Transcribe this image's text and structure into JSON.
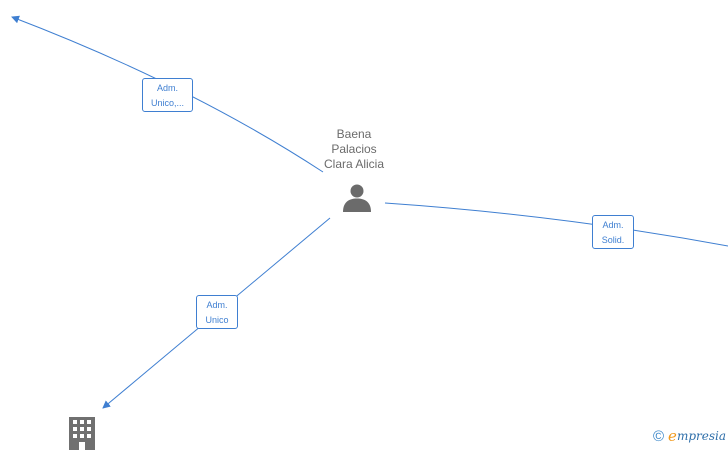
{
  "center_node": {
    "name_lines": [
      "Baena",
      "Palacios",
      "Clara Alicia"
    ],
    "icon": "person-icon"
  },
  "edges": [
    {
      "id": "top-left",
      "label_lines": [
        "Adm.",
        "Unico,..."
      ]
    },
    {
      "id": "right",
      "label_lines": [
        "Adm.",
        "Solid."
      ]
    },
    {
      "id": "bottom-left",
      "label_lines": [
        "Adm.",
        "Unico"
      ]
    }
  ],
  "company_node": {
    "icon": "building-icon"
  },
  "branding": {
    "copyright_symbol": "©",
    "logo_initial": "e",
    "logo_rest": "mpresia"
  },
  "colors": {
    "edge": "#3f7fd1",
    "label_text": "#6b6b6b",
    "icon": "#6b6b6b",
    "brand_orange": "#f19a1e",
    "brand_blue": "#2f6faa"
  }
}
